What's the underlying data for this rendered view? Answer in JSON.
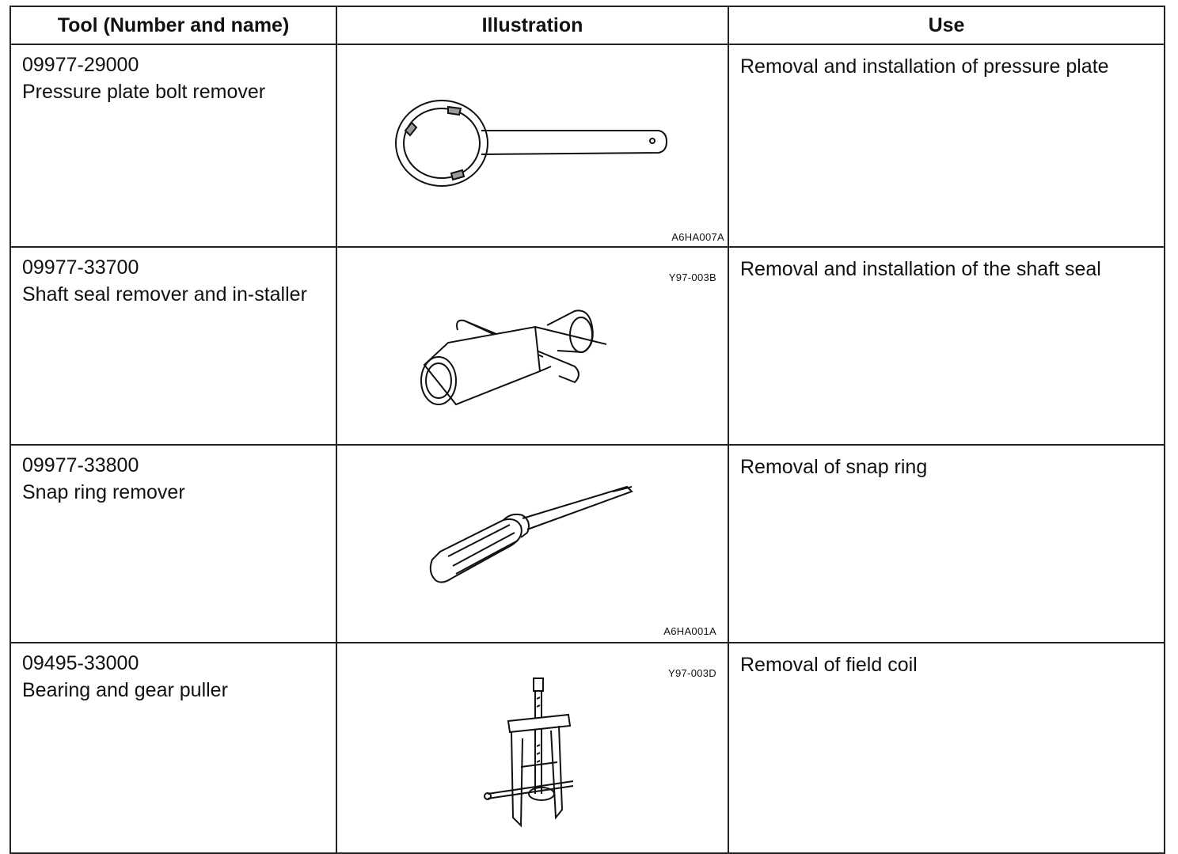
{
  "headers": {
    "tool": "Tool (Number and name)",
    "illustration": "Illustration",
    "use": "Use"
  },
  "rows": [
    {
      "number": "09977-29000",
      "name": "Pressure plate bolt remover",
      "code": "A6HA007A",
      "use": "Removal and installation of pressure plate",
      "icon": "pressure-plate-wrench"
    },
    {
      "number": "09977-33700",
      "name": "Shaft seal remover and in-staller",
      "code": "Y97-003B",
      "use": "Removal and installation of the shaft seal",
      "icon": "shaft-seal-tool"
    },
    {
      "number": "09977-33800",
      "name": "Snap ring remover",
      "code": "A6HA001A",
      "use": "Removal of snap ring",
      "icon": "screwdriver"
    },
    {
      "number": "09495-33000",
      "name": "Bearing and gear puller",
      "code": "Y97-003D",
      "use": "Removal of field coil",
      "icon": "gear-puller"
    }
  ]
}
